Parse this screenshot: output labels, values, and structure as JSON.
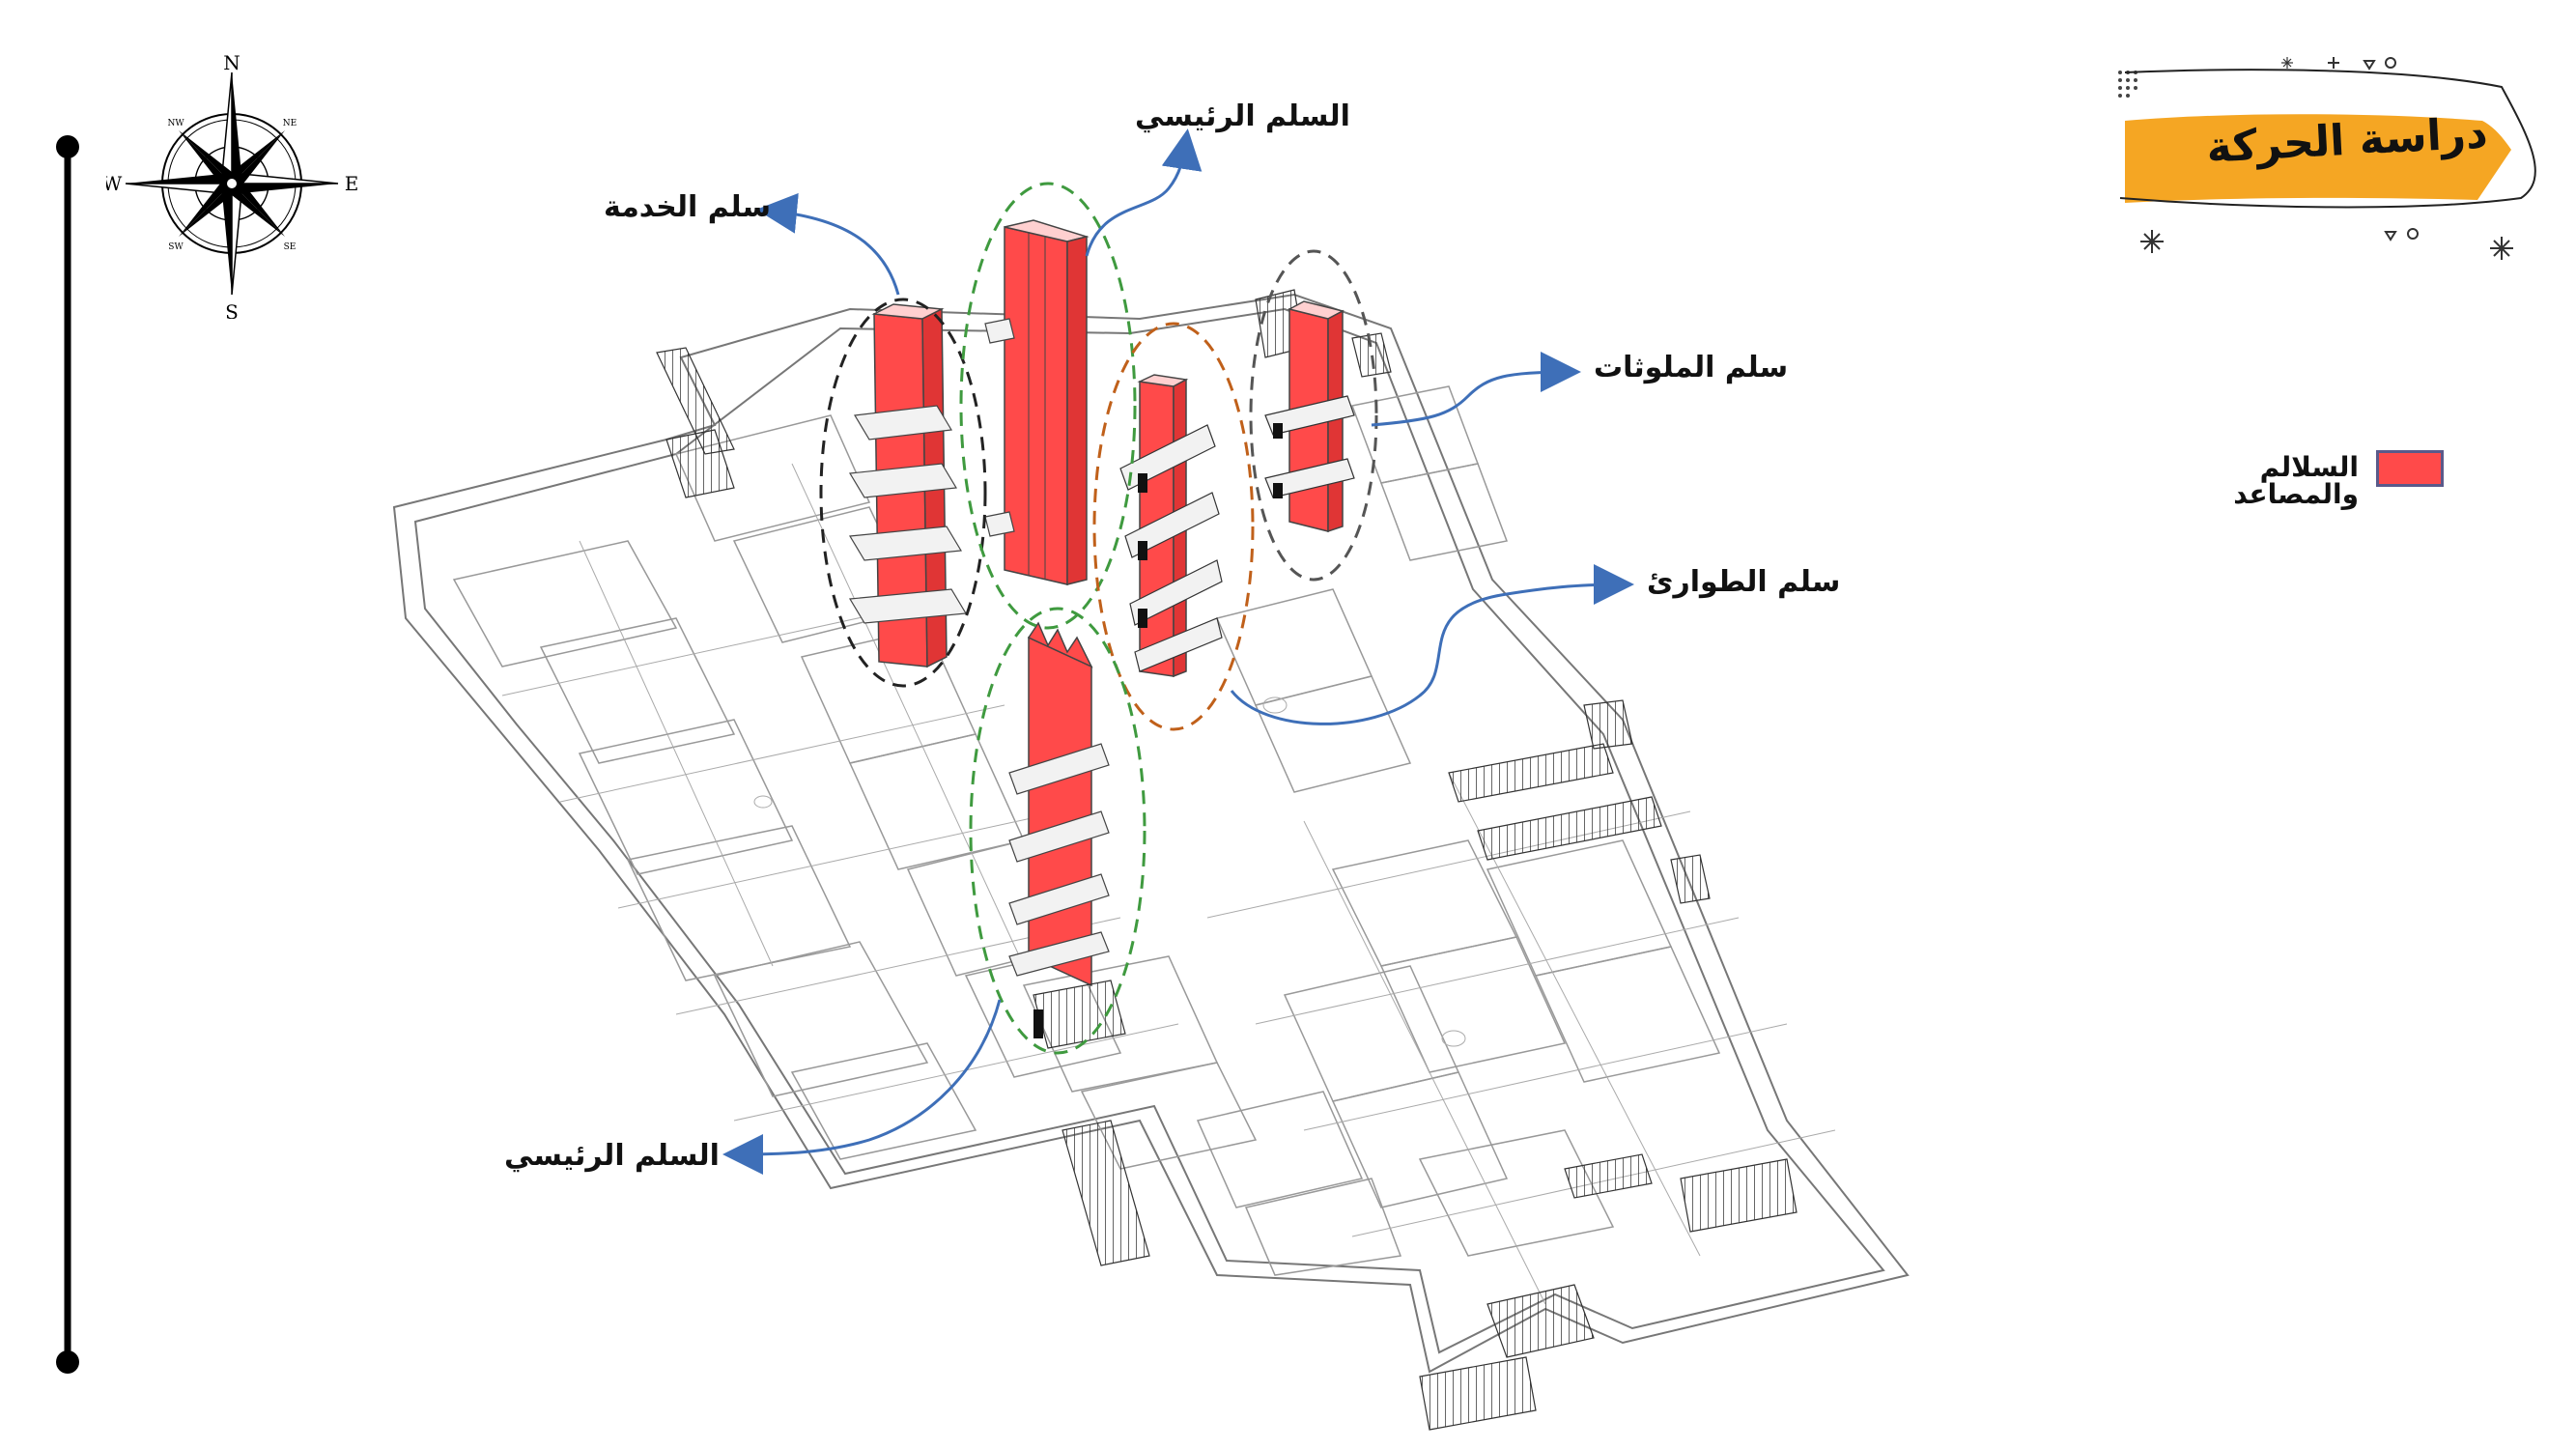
{
  "title_badge": {
    "text": "دراسة الحركة",
    "fill": "#f5a623"
  },
  "legend": {
    "label": "السلالم والمصاعد",
    "swatch_color": "#ff4a4a"
  },
  "annotations": {
    "main_stair_top": "السلم الرئيسي",
    "service_stair": "سلم الخدمة",
    "contaminated_stair": "سلم الملوثات",
    "emergency_stair": "سلم الطوارئ",
    "main_stair_bottom": "السلم الرئيسي"
  },
  "compass": {
    "north": "N",
    "south": "S",
    "east": "E",
    "west": "W",
    "nw": "NW",
    "ne": "NE",
    "sw": "SW",
    "se": "SE"
  },
  "colors": {
    "core_red": "#ff4a4a",
    "ellipse_green": "#3f9a3f",
    "ellipse_black": "#222222",
    "ellipse_orange": "#c0601a",
    "ellipse_gray": "#555555",
    "arrow_blue": "#3e6fb8",
    "plan_line": "#777777"
  }
}
